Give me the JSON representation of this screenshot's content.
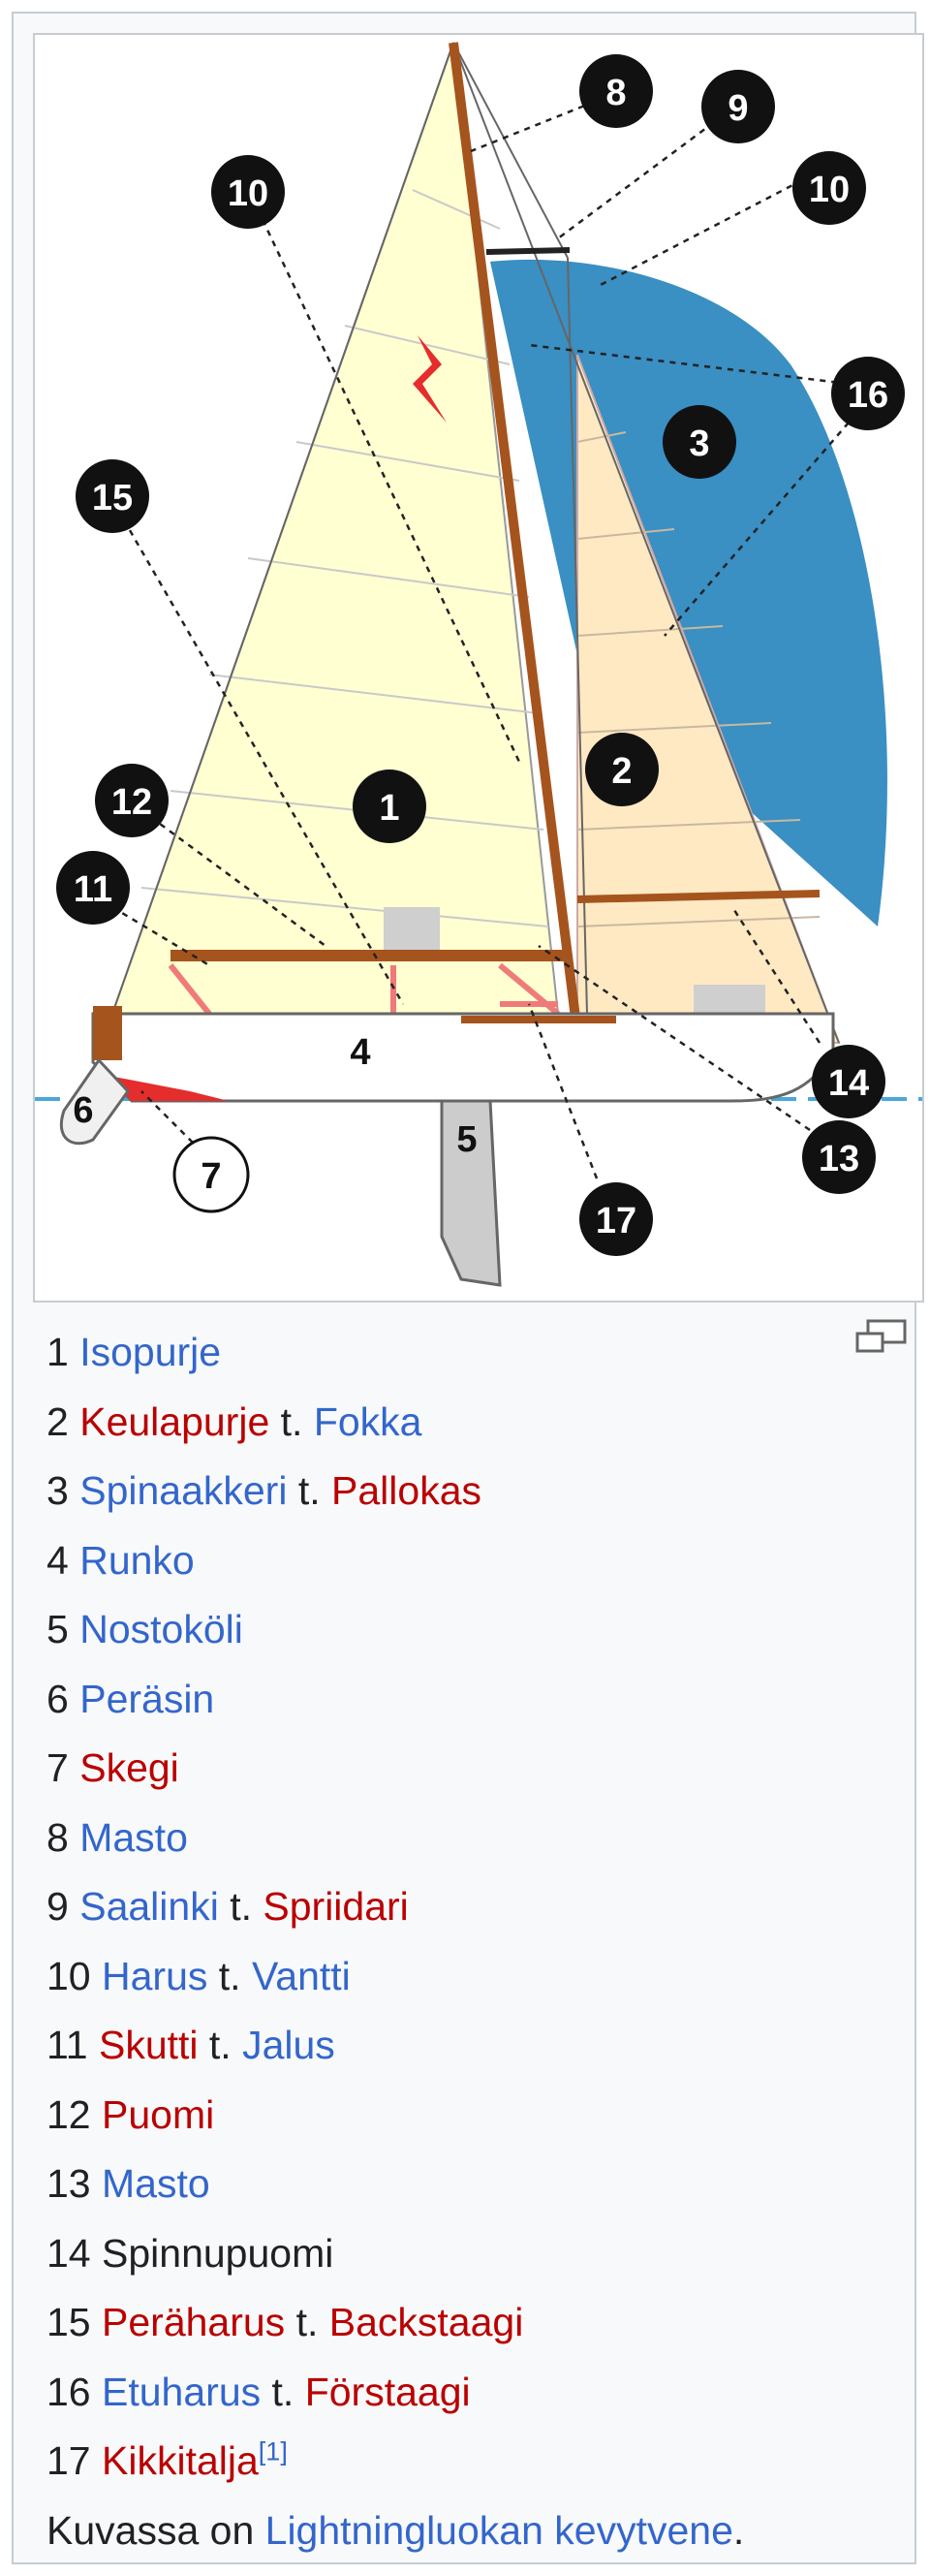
{
  "diagram": {
    "markers": [
      "1",
      "2",
      "3",
      "4",
      "5",
      "6",
      "7",
      "8",
      "9",
      "10",
      "10",
      "11",
      "12",
      "13",
      "14",
      "15",
      "16",
      "17"
    ]
  },
  "caption": {
    "items": [
      {
        "num": "1",
        "parts": [
          {
            "text": "Isopurje",
            "link": "blue"
          }
        ]
      },
      {
        "num": "2",
        "parts": [
          {
            "text": "Keulapurje",
            "link": "red"
          },
          {
            "text": " t. ",
            "link": ""
          },
          {
            "text": "Fokka",
            "link": "blue"
          }
        ]
      },
      {
        "num": "3",
        "parts": [
          {
            "text": "Spinaakkeri",
            "link": "blue"
          },
          {
            "text": " t. ",
            "link": ""
          },
          {
            "text": "Pallokas",
            "link": "red"
          }
        ]
      },
      {
        "num": "4",
        "parts": [
          {
            "text": "Runko",
            "link": "blue"
          }
        ]
      },
      {
        "num": "5",
        "parts": [
          {
            "text": "Nostoköli",
            "link": "blue"
          }
        ]
      },
      {
        "num": "6",
        "parts": [
          {
            "text": "Peräsin",
            "link": "blue"
          }
        ]
      },
      {
        "num": "7",
        "parts": [
          {
            "text": "Skegi",
            "link": "red"
          }
        ]
      },
      {
        "num": "8",
        "parts": [
          {
            "text": "Masto",
            "link": "blue"
          }
        ]
      },
      {
        "num": "9",
        "parts": [
          {
            "text": "Saalinki",
            "link": "blue"
          },
          {
            "text": " t. ",
            "link": ""
          },
          {
            "text": "Spriidari",
            "link": "red"
          }
        ]
      },
      {
        "num": "10",
        "parts": [
          {
            "text": "Harus",
            "link": "blue"
          },
          {
            "text": " t. ",
            "link": ""
          },
          {
            "text": "Vantti",
            "link": "blue"
          }
        ]
      },
      {
        "num": "11",
        "parts": [
          {
            "text": "Skutti",
            "link": "red"
          },
          {
            "text": " t. ",
            "link": ""
          },
          {
            "text": "Jalus",
            "link": "blue"
          }
        ]
      },
      {
        "num": "12",
        "parts": [
          {
            "text": "Puomi",
            "link": "red"
          }
        ]
      },
      {
        "num": "13",
        "parts": [
          {
            "text": "Masto",
            "link": "blue"
          }
        ]
      },
      {
        "num": "14",
        "parts": [
          {
            "text": "Spinnupuomi",
            "link": ""
          }
        ]
      },
      {
        "num": "15",
        "parts": [
          {
            "text": "Peräharus",
            "link": "red"
          },
          {
            "text": " t. ",
            "link": ""
          },
          {
            "text": "Backstaagi",
            "link": "red"
          }
        ]
      },
      {
        "num": "16",
        "parts": [
          {
            "text": "Etuharus",
            "link": "blue"
          },
          {
            "text": " t. ",
            "link": ""
          },
          {
            "text": "Förstaagi",
            "link": "red"
          }
        ]
      },
      {
        "num": "17",
        "parts": [
          {
            "text": "Kikkitalja",
            "link": "red"
          }
        ],
        "ref": "[1]"
      }
    ],
    "footer": {
      "prefix": "Kuvassa on ",
      "link_text": "Lightningluokan kevytvene",
      "suffix": "."
    }
  },
  "icons": {
    "magnify": "magnify-clip-icon"
  },
  "colors": {
    "link_blue": "#3366cc",
    "link_red": "#ba0000",
    "mainsail": "#ffffd2",
    "jib": "#ffe9c3",
    "spinnaker": "#3a8fc3",
    "spar_wood": "#a5541e"
  }
}
